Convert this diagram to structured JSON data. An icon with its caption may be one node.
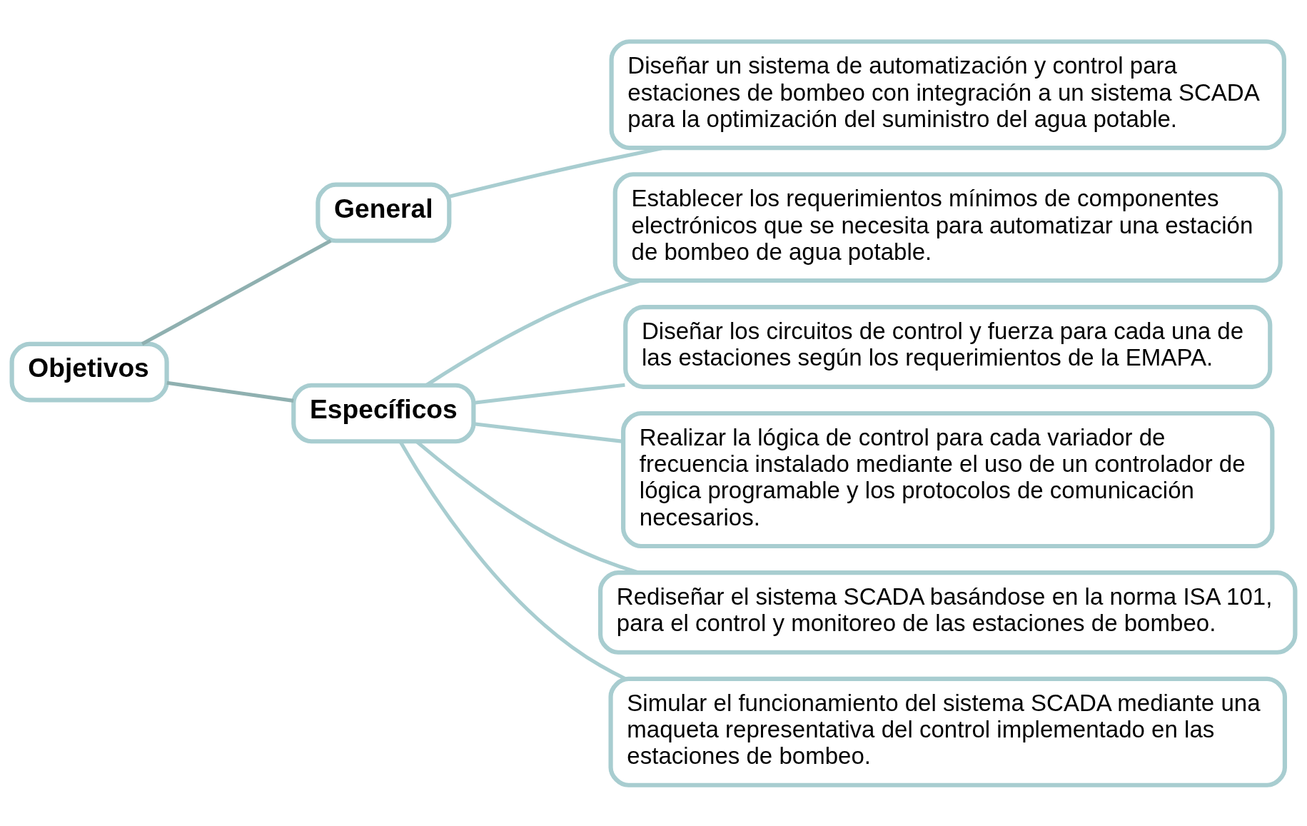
{
  "diagram": {
    "nodes": [
      {
        "text": [
          "Objetivos"
        ]
      },
      {
        "text": [
          "General"
        ]
      },
      {
        "text": [
          "Específicos"
        ]
      },
      {
        "text": [
          "Diseñar un sistema de automatización y control para estaciones de bombeo con integración a un sistema SCADA para la optimización del suministro del agua potable."
        ]
      },
      {
        "text": [
          "Establecer los requerimientos mínimos de componentes electrónicos que se necesita para automatizar una estación de bombeo de agua potable."
        ]
      },
      {
        "text": [
          "Diseñar los circuitos de control y fuerza para cada una de las estaciones según los requerimientos de la EMAPA."
        ]
      },
      {
        "text": [
          "Realizar la lógica de control para cada variador de frecuencia instalado mediante el uso de un controlador de lógica programable y los protocolos de comunicación necesarios."
        ]
      },
      {
        "text": [
          "Rediseñar el sistema SCADA basándose en la norma ISA 101, para el control y monitoreo de las estaciones de bombeo."
        ]
      },
      {
        "text": [
          "Simular el funcionamiento del sistema SCADA mediante una maqueta representativa del control implementado en las estaciones de bombeo."
        ]
      }
    ],
    "edges": [
      {
        "from": 0,
        "to": 1,
        "arrow": "none",
        "color": "#8fb0b0"
      },
      {
        "from": 0,
        "to": 2,
        "arrow": "none",
        "color": "#8fb0b0"
      },
      {
        "from": 1,
        "to": 3,
        "arrow": "none"
      },
      {
        "from": 2,
        "to": 4,
        "arrow": "none"
      },
      {
        "from": 2,
        "to": 5,
        "arrow": "none"
      },
      {
        "from": 2,
        "to": 6,
        "arrow": "none"
      },
      {
        "from": 2,
        "to": 7,
        "arrow": "none"
      },
      {
        "from": 2,
        "to": 8,
        "arrow": "none"
      }
    ]
  }
}
